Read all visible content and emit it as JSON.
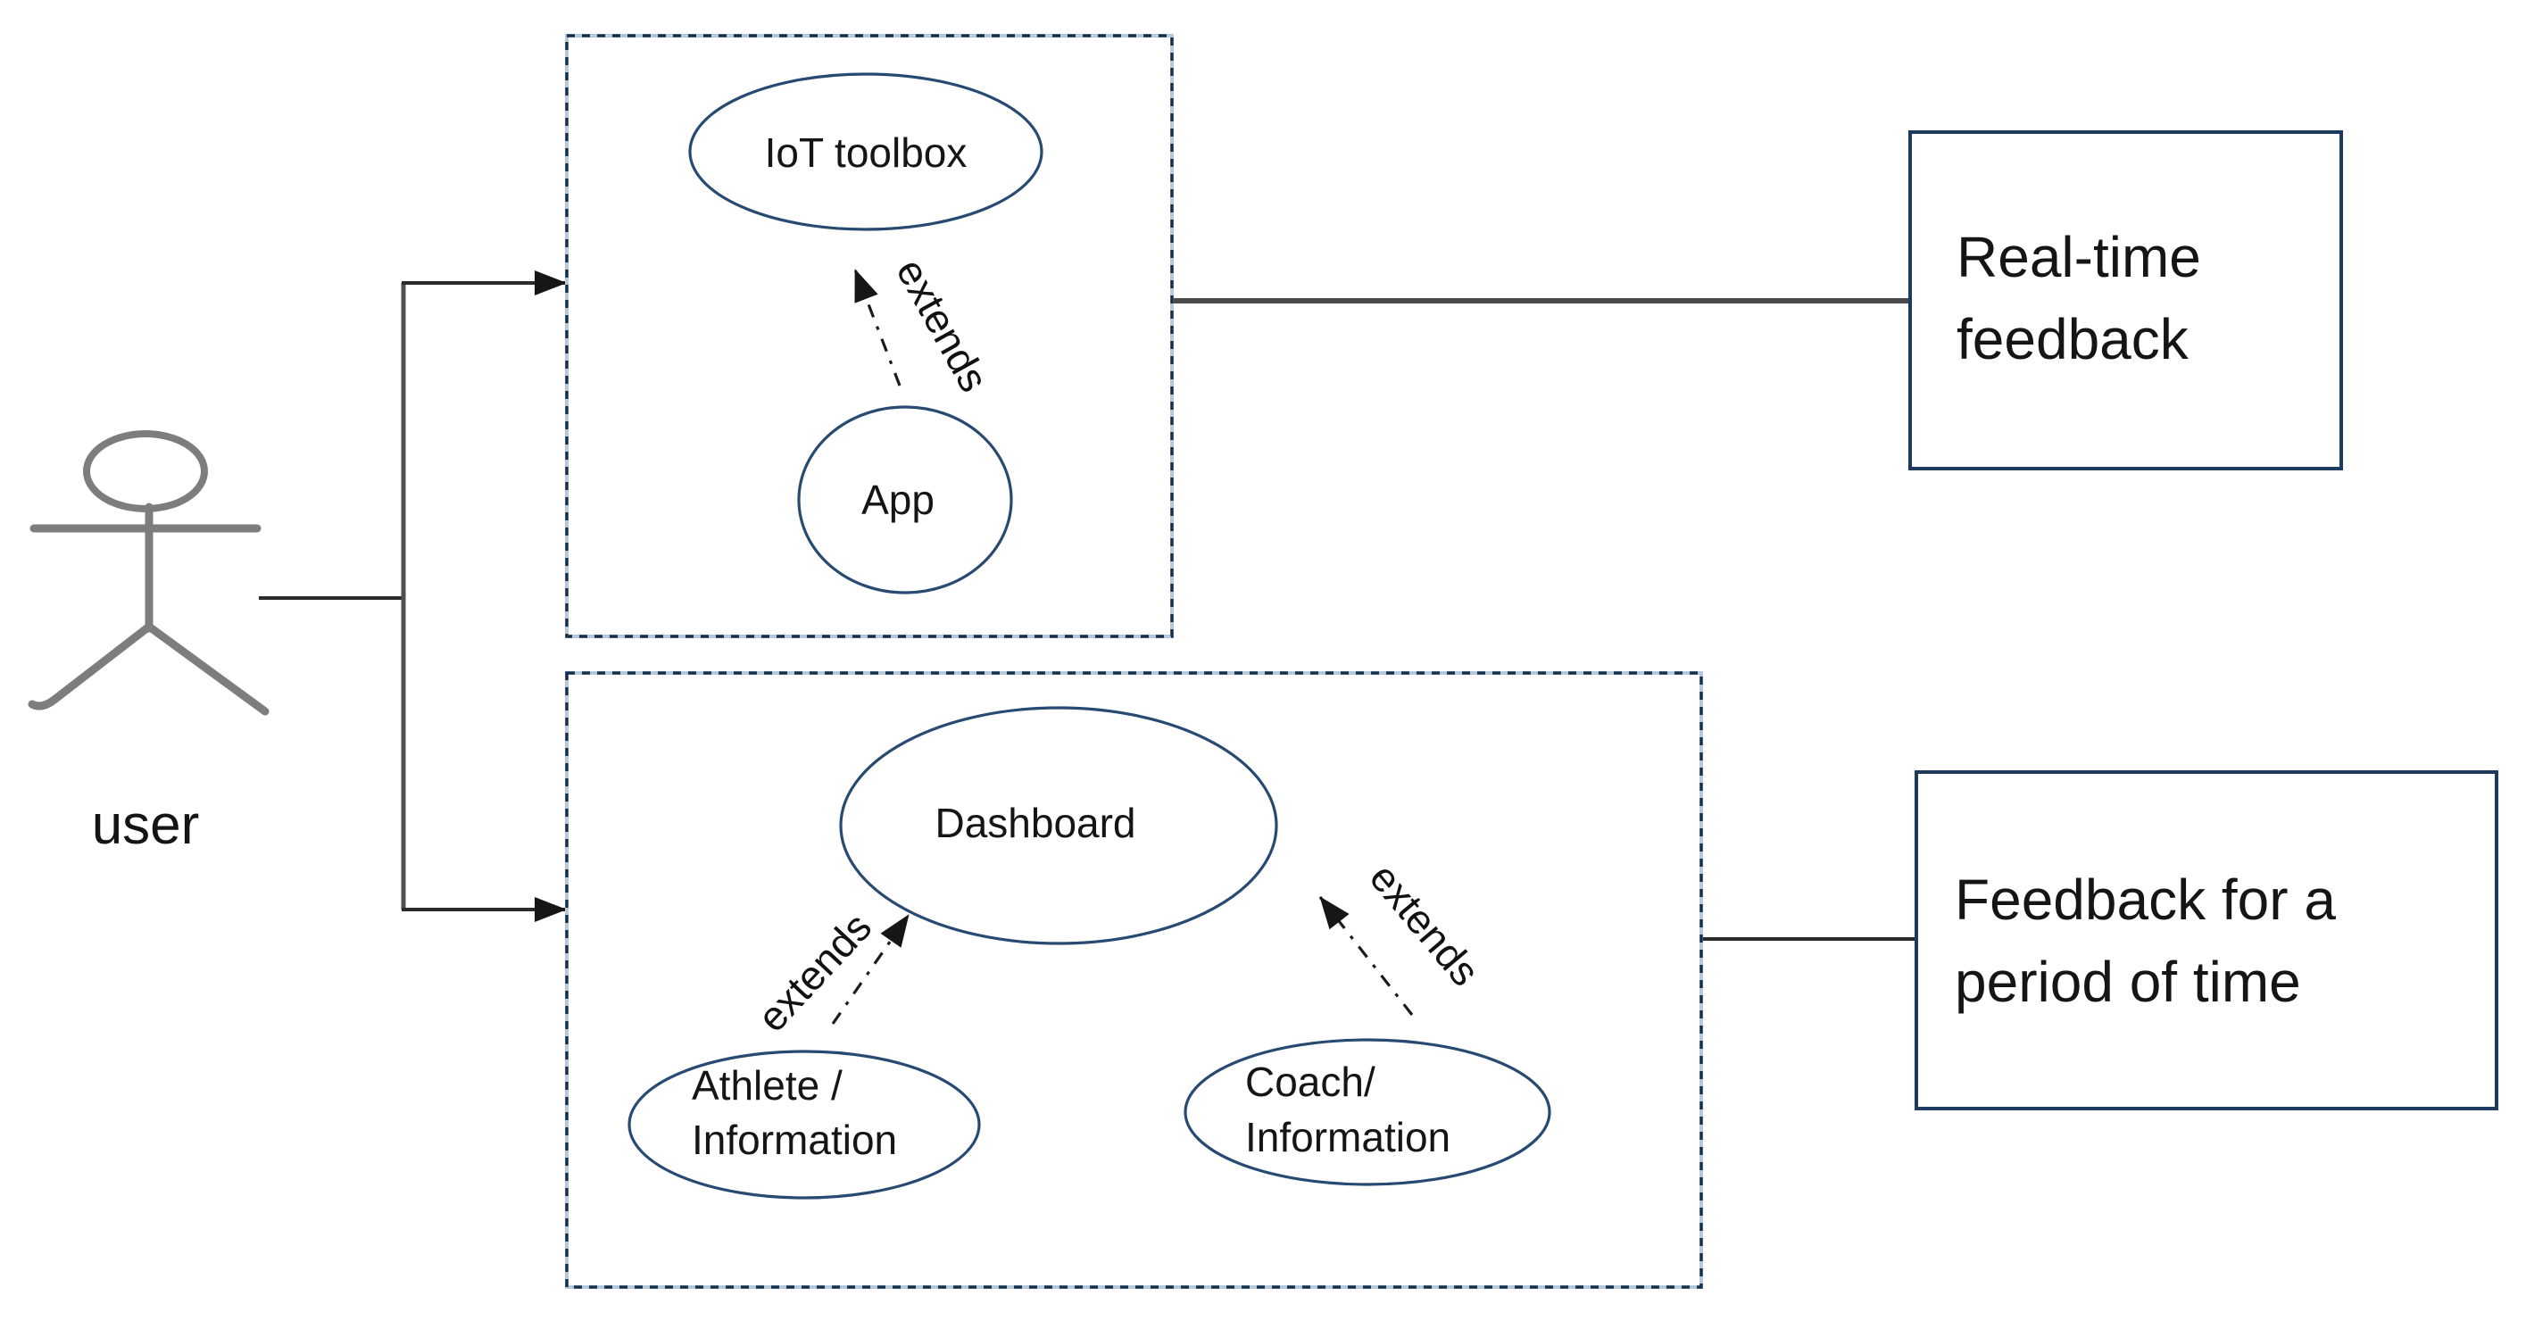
{
  "actor": {
    "label": "user"
  },
  "top_system": {
    "use_cases": {
      "iot_toolbox": {
        "label": "IoT toolbox"
      },
      "app": {
        "label": "App"
      }
    },
    "extends_label": "extends"
  },
  "bottom_system": {
    "use_cases": {
      "dashboard": {
        "label": "Dashboard"
      },
      "athlete": {
        "label": "Athlete / Information",
        "lines": [
          "Athlete /",
          "Information"
        ]
      },
      "coach": {
        "label": "Coach/ Information",
        "lines": [
          "Coach/",
          "Information"
        ]
      }
    },
    "extends_left_label": "extends",
    "extends_right_label": "extends"
  },
  "outputs": {
    "realtime": {
      "label": "Real-time feedback",
      "lines": [
        "Real-time",
        "feedback"
      ]
    },
    "period": {
      "label": "Feedback for a period of time",
      "lines": [
        "Feedback for a",
        "period of time"
      ]
    }
  },
  "colors": {
    "boundary_dash": "#14304f",
    "ellipse_stroke": "#274a73",
    "solid_box_stroke": "#1d3a5f",
    "actor_stroke": "#7d7d7d",
    "arrow": "#161616",
    "text": "#151515"
  }
}
